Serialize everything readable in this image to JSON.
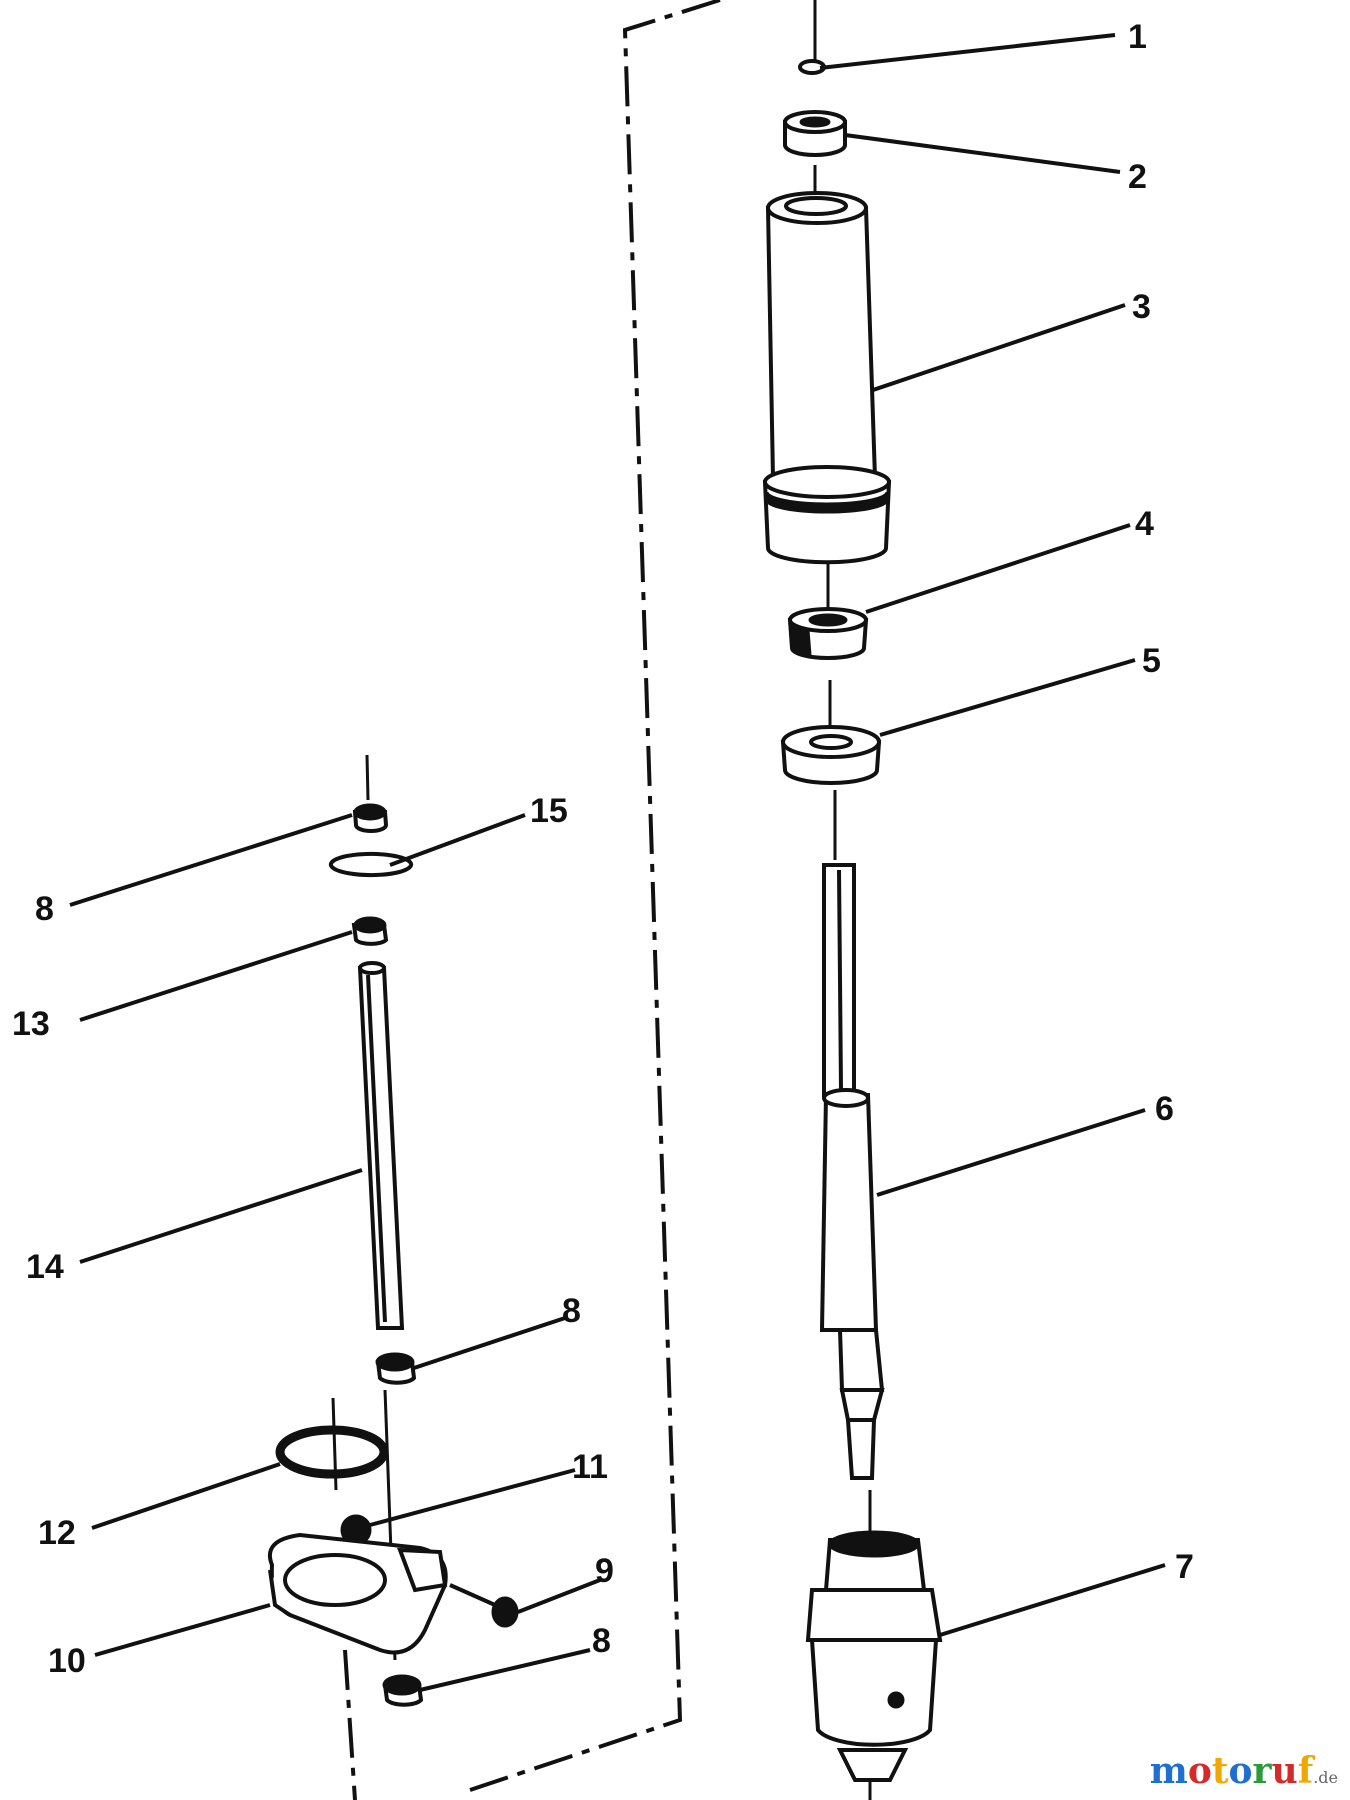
{
  "labels": {
    "p1": "1",
    "p2": "2",
    "p3": "3",
    "p4": "4",
    "p5": "5",
    "p6": "6",
    "p7": "7",
    "p8": "8",
    "p9": "9",
    "p10": "10",
    "p11": "11",
    "p12": "12",
    "p13": "13",
    "p14": "14",
    "p15": "15"
  },
  "watermark": {
    "letters": [
      "m",
      "o",
      "t",
      "o",
      "r",
      "u",
      "f"
    ],
    "colors": [
      "#1e6fd0",
      "#d42a2a",
      "#f0a800",
      "#1e6fd0",
      "#2a9a3a",
      "#d42a2a",
      "#f0a800"
    ],
    "suffix": ".de"
  }
}
